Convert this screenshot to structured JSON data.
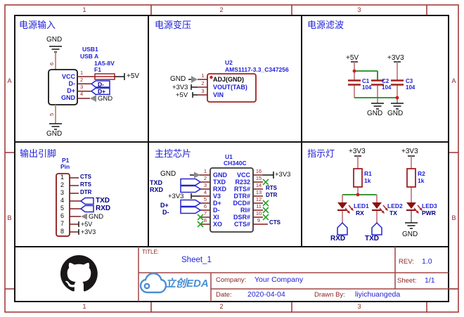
{
  "frame": {
    "cols": [
      "1",
      "2",
      "3"
    ],
    "rows": [
      "A",
      "B"
    ]
  },
  "sections": {
    "power_input": {
      "title": "电源输入",
      "gnd_top": "GND",
      "gnd_bottom": "GND",
      "usb": {
        "ref": "USB1",
        "value": "USB A",
        "pin_names": [
          "VCC",
          "D-",
          "D+",
          "GND"
        ],
        "pin_numbers": [
          "1",
          "2",
          "3",
          "4"
        ],
        "pin_top": "6",
        "pin_bottom": "5"
      },
      "fuse": {
        "ref": "F1",
        "value": "1A5-8V"
      },
      "net_5v": "+5V",
      "flag_dm": "D-",
      "flag_dp": "D+",
      "net_gnd": "GND"
    },
    "regulator": {
      "title": "电源变压",
      "u2": {
        "ref": "U2",
        "value": "AMS1117-3.3_C347256",
        "pin_names": [
          "ADJ(GND)",
          "VOUT(TAB)",
          "VIN"
        ],
        "pin_numbers": [
          "1",
          "2",
          "3"
        ]
      },
      "net_gnd": "GND",
      "net_3v3": "+3V3",
      "net_5v": "+5V"
    },
    "filter": {
      "title": "电源滤波",
      "net_5v": "+5V",
      "net_3v3": "+3V3",
      "caps": [
        {
          "ref": "C1",
          "value": "104"
        },
        {
          "ref": "C2",
          "value": "104"
        },
        {
          "ref": "C3",
          "value": "104"
        }
      ],
      "gnd1": "GND",
      "gnd2": "GND"
    },
    "header": {
      "title": "输出引脚",
      "p1": {
        "ref": "P1",
        "value": "Pin",
        "pin_numbers": [
          "1",
          "2",
          "3",
          "4",
          "5",
          "6",
          "7",
          "8"
        ]
      },
      "net_cts": "CTS",
      "net_rts": "RTS",
      "net_dtr": "DTR",
      "flag_txd": "TXD",
      "flag_rxd": "RXD",
      "net_gnd": "GND",
      "net_5v": "+5V",
      "net_3v3": "+3V3"
    },
    "mcu": {
      "title": "主控芯片",
      "u1": {
        "ref": "U1",
        "value": "CH340C",
        "left_numbers": [
          "1",
          "2",
          "3",
          "4",
          "5",
          "6",
          "7",
          "8"
        ],
        "left_names": [
          "GND",
          "TXD",
          "RXD",
          "V3",
          "D+",
          "D-",
          "XI",
          "XO"
        ],
        "right_numbers": [
          "16",
          "15",
          "14",
          "13",
          "12",
          "11",
          "10",
          "9"
        ],
        "right_names": [
          "VCC",
          "R232",
          "RTS#",
          "DTR#",
          "DCD#",
          "RI#",
          "DSR#",
          "CTS#"
        ]
      },
      "net_gnd": "GND",
      "flag_txd": "TXD",
      "flag_rxd": "RXD",
      "net_3v3_left": "+3V3",
      "flag_dp": "D+",
      "flag_dm": "D-",
      "net_3v3_right": "+3V3",
      "net_rts": "RTS",
      "net_dtr": "DTR",
      "net_cts": "CTS"
    },
    "leds": {
      "title": "指示灯",
      "net_3v3_a": "+3V3",
      "net_3v3_b": "+3V3",
      "r1": {
        "ref": "R1",
        "value": "1k"
      },
      "r2": {
        "ref": "R2",
        "value": "1k"
      },
      "led1": {
        "ref": "LED1",
        "value": "RX"
      },
      "led2": {
        "ref": "LED2",
        "value": "TX"
      },
      "led3": {
        "ref": "LED3",
        "value": "PWR"
      },
      "flag_rxd": "RXD",
      "flag_txd": "TXD",
      "net_gnd": "GND"
    }
  },
  "title_block": {
    "title_label": "TITLE:",
    "title": "Sheet_1",
    "rev_label": "REV:",
    "rev": "1.0",
    "company_label": "Company:",
    "company": "Your Company",
    "sheet_label": "Sheet:",
    "sheet": "1/1",
    "date_label": "Date:",
    "date": "2020-04-04",
    "drawn_label": "Drawn By:",
    "drawn_by": "liyichuangeda",
    "logo_text": "立创EDA"
  },
  "colors": {
    "frame_red": "#9b3030",
    "title_block_red": "#a04545",
    "label_blue": "#2121d8",
    "net_navy": "#00008b",
    "pin_number_red": "#8b2525",
    "wire_dark_red": "#7f1a1a",
    "wire_rosy": "#c98080",
    "wire_green": "#1e8c1e",
    "symbol_red": "#a02222",
    "no_connect_green": "#2aa02a",
    "gnd_gray": "#8a8a8a",
    "junction_red": "#cc2020",
    "logo_blue": "#4a8fd4",
    "github_black": "#191717"
  }
}
